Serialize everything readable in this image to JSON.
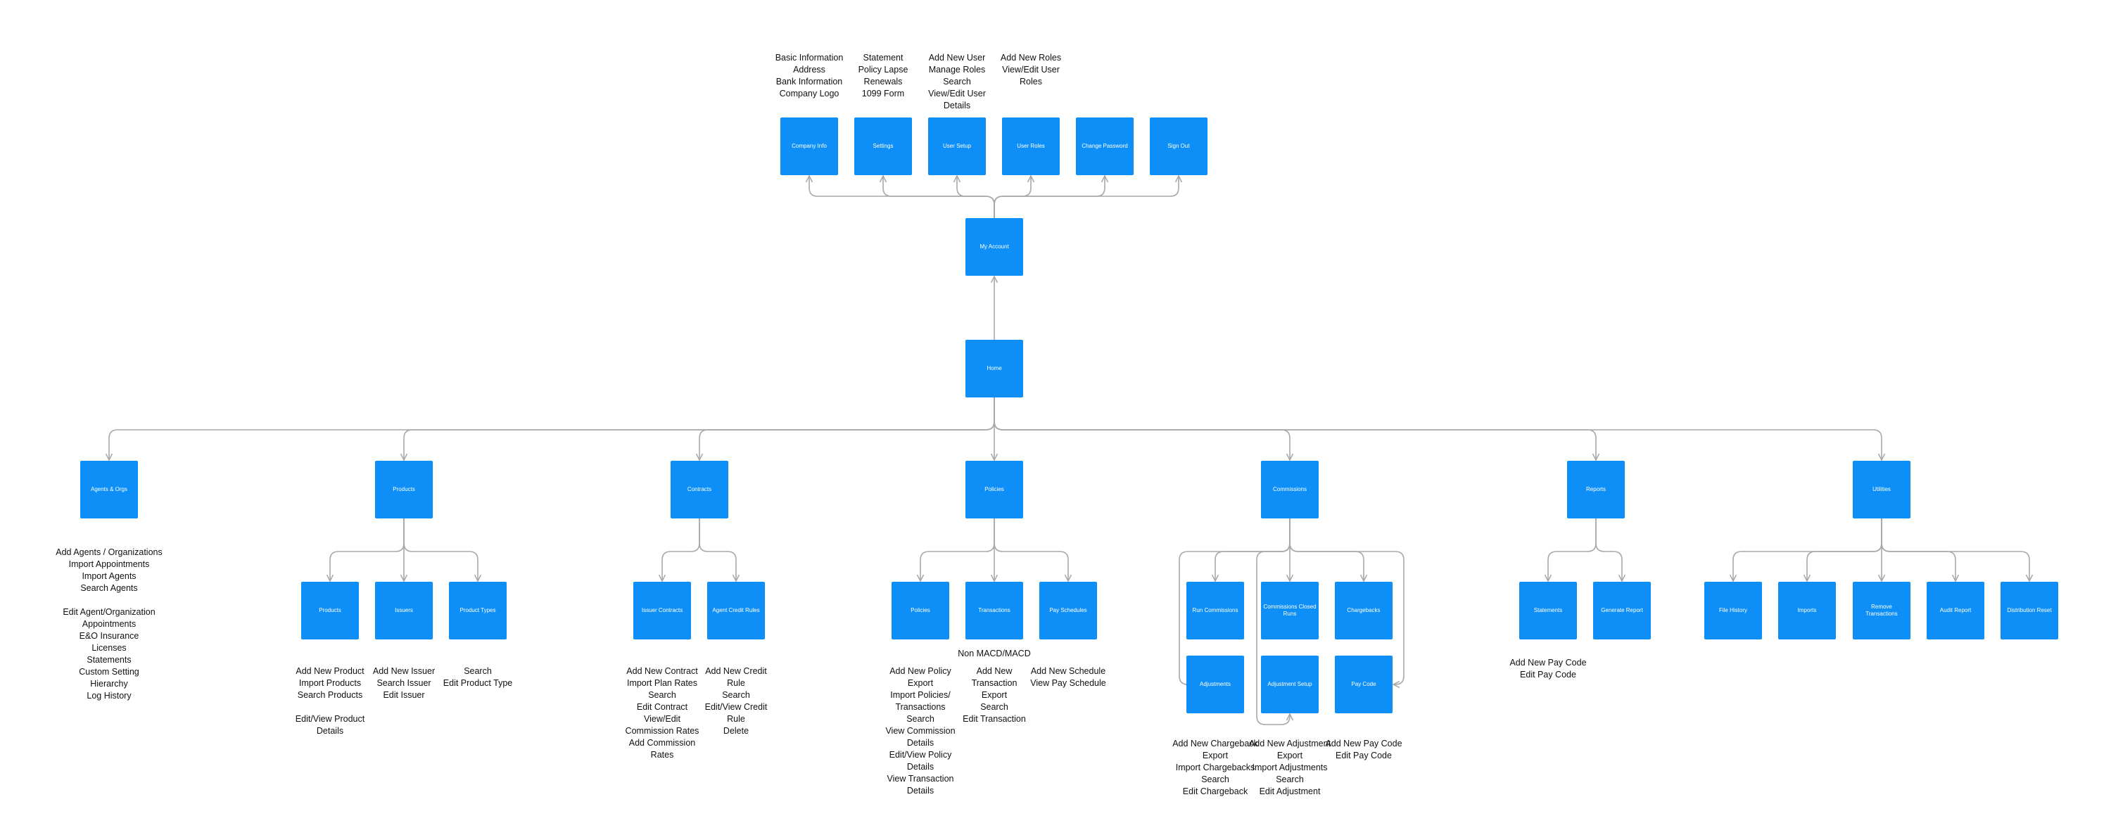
{
  "colors": {
    "node_fill": "#0d8ff7",
    "node_text": "#ffffff",
    "connector": "#a8a8a8",
    "note_text": "#111111"
  },
  "nodes": {
    "company_info": "Company Info",
    "settings": "Settings",
    "user_setup": "User Setup",
    "user_roles": "User Roles",
    "change_password": "Change Password",
    "sign_out": "Sign Out",
    "my_account": "My Account",
    "home": "Home",
    "agents_orgs": "Agents & Orgs",
    "products": "Products",
    "contracts": "Contracts",
    "policies": "Policies",
    "commissions": "Commissions",
    "reports": "Reports",
    "utilities": "Utilities",
    "products_sub": "Products",
    "issuers": "Issuers",
    "product_types": "Product Types",
    "issuer_contracts": "Issuer Contracts",
    "agent_credit_rules": "Agent Credit Rules",
    "policies_sub": "Policies",
    "transactions": "Transactions",
    "pay_schedules": "Pay Schedules",
    "run_commissions": "Run Commissions",
    "commissions_closed_runs": "Commissions Closed Runs",
    "chargebacks": "Chargebacks",
    "adjustments": "Adjustments",
    "adjustment_setup": "Adjustment Setup",
    "pay_code": "Pay Code",
    "statements": "Statements",
    "generate_report": "Generate Report",
    "file_history": "File History",
    "imports": "Imports",
    "remove_transactions": "Remove Transactions",
    "audit_report": "Audit Report",
    "distribution_reset": "Distribution Reset"
  },
  "notes": {
    "company_info": [
      "Basic Information",
      "Address",
      "Bank Information",
      "Company Logo"
    ],
    "settings": [
      "Statement",
      "Policy Lapse",
      "Renewals",
      "1099 Form"
    ],
    "user_setup": [
      "Add New User",
      "Manage Roles",
      "Search",
      "View/Edit User",
      "Details"
    ],
    "user_roles": [
      "Add New Roles",
      "View/Edit User",
      "Roles"
    ],
    "agents_orgs": [
      "Add Agents / Organizations",
      "Import Appointments",
      "Import Agents",
      "Search Agents",
      "",
      "Edit Agent/Organization",
      "Appointments",
      "E&O Insurance",
      "Licenses",
      "Statements",
      "Custom Setting",
      "Hierarchy",
      "Log History"
    ],
    "products_sub": [
      "Add New Product",
      "Import Products",
      "Search Products",
      "",
      "Edit/View Product",
      "Details"
    ],
    "issuers": [
      "Add New Issuer",
      "Search Issuer",
      "Edit Issuer"
    ],
    "product_types": [
      "Search",
      "Edit Product Type"
    ],
    "issuer_contracts": [
      "Add New Contract",
      "Import Plan Rates",
      "Search",
      "Edit Contract",
      "View/Edit",
      "Commission Rates",
      "Add Commission",
      "Rates"
    ],
    "agent_credit_rules": [
      "Add New Credit",
      "Rule",
      "Search",
      "Edit/View Credit",
      "Rule",
      "Delete"
    ],
    "policies_sub": [
      "Add New Policy",
      "Export",
      "Import Policies/",
      "Transactions",
      "Search",
      "View Commission",
      "Details",
      "Edit/View Policy",
      "Details",
      "View Transaction",
      "Details"
    ],
    "transactions_top": [
      "Non MACD/MACD"
    ],
    "transactions": [
      "Add New",
      "Transaction",
      "Export",
      "Search",
      "Edit Transaction"
    ],
    "pay_schedules": [
      "Add New Schedule",
      "View Pay Schedule"
    ],
    "adjustments": [
      "Add New Chargeback",
      "Export",
      "Import Chargebacks",
      "Search",
      "Edit Chargeback"
    ],
    "adjustment_setup": [
      "Add New Adjustment",
      "Export",
      "Import Adjustments",
      "Search",
      "Edit Adjustment"
    ],
    "pay_code": [
      "Add New Pay Code",
      "Edit Pay Code"
    ],
    "statements": [
      "Add New Pay Code",
      "Edit Pay Code"
    ]
  }
}
